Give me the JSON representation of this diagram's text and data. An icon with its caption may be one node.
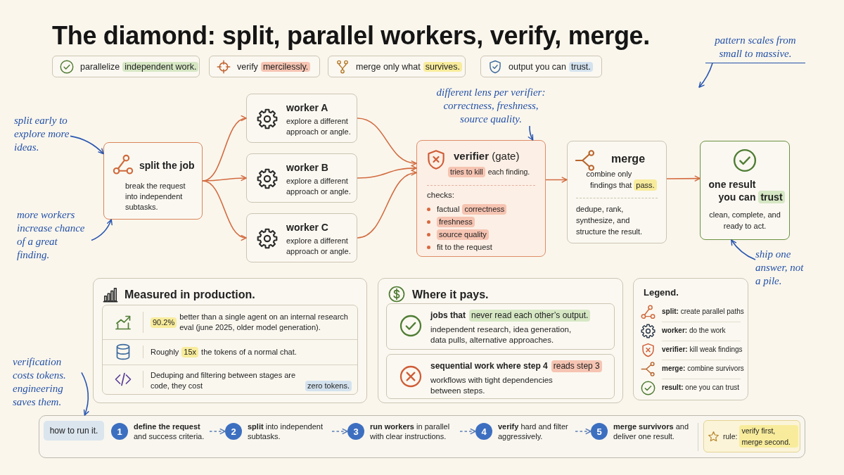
{
  "diagram": {
    "title": "The diamond: split, parallel workers, verify, merge.",
    "nodes": [
      {
        "text": [
          "parallelize",
          "independent work."
        ]
      },
      {
        "text": [
          "verify",
          "mercilessly."
        ]
      },
      {
        "text": [
          "merge only what",
          "survives."
        ]
      },
      {
        "text": [
          "output you can",
          "trust."
        ]
      },
      {
        "text": [
          "pattern scales from small to massive."
        ]
      },
      {
        "text": [
          "different lens per verifier: correctness, freshness, source quality."
        ]
      },
      {
        "text": [
          "split early to explore more ideas."
        ]
      },
      {
        "text": [
          "split the job",
          "break the request into independent subtasks."
        ]
      },
      {
        "text": [
          "worker A",
          "explore a different approach or angle."
        ]
      },
      {
        "text": [
          "worker B",
          "explore a different approach or angle."
        ]
      },
      {
        "text": [
          "worker C",
          "explore a different approach or angle."
        ]
      },
      {
        "text": [
          "**verifier** (gate)",
          "tries to kill",
          "each finding.",
          "checks:",
          "factual",
          "correctness",
          "freshness",
          "source quality",
          "fit to the request"
        ]
      },
      {
        "text": [
          "merge",
          "combine only findings that",
          "pass.",
          "dedupe, rank, synthesize, and structure the result."
        ]
      },
      {
        "text": [
          "one result you can",
          "trust",
          "clean, complete, and ready to act."
        ]
      },
      {
        "text": [
          "more workers increase chance of a great finding."
        ]
      },
      {
        "text": [
          "ship one answer, not a pile."
        ]
      },
      {
        "text": [
          "Measured in production.",
          "90.2%",
          "better than a single agent on an internal research eval (june 2025, older model generation).",
          "Roughly",
          "15x",
          "the tokens of a normal chat.",
          "Deduping and filtering between stages are code, they cost",
          "zero tokens."
        ]
      },
      {
        "text": [
          "Where it pays."
        ]
      },
      {
        "text": [
          "jobs that",
          "never read each other’s output.",
          "independent research, idea generation, data pulls, alternative approaches."
        ],
        "in": 17
      },
      {
        "text": [
          "sequential work where step 4",
          "reads step 3",
          "workflows with tight dependencies between steps."
        ],
        "in": 17
      },
      {
        "text": [
          "verification costs tokens. engineering saves them."
        ]
      },
      {
        "text": [],
        "shape": "box"
      },
      {
        "text": [
          "how to run it."
        ],
        "in": 21
      },
      {
        "text": [
          "1",
          "**define the request** and success criteria."
        ],
        "in": 21
      },
      {
        "text": [
          "2",
          "**split** into independent subtasks."
        ],
        "in": 21
      },
      {
        "text": [
          "3",
          "**run workers** in parallel with clear instructions."
        ],
        "in": 21
      },
      {
        "text": [
          "4",
          "**verify** hard and filter aggressively."
        ],
        "in": 21
      },
      {
        "text": [
          "5",
          "**merge survivors** and deliver one result."
        ],
        "in": 21
      },
      {
        "text": [
          "rule:",
          "verify first, merge second."
        ],
        "in": 21
      }
    ],
    "edges": [
      {
        "from": 7,
        "to": 8,
        "arrow": "to"
      },
      {
        "from": 7,
        "to": 9,
        "arrow": "to"
      },
      {
        "from": 7,
        "to": 10,
        "arrow": "to"
      },
      {
        "from": 8,
        "to": 11,
        "arrow": "to"
      },
      {
        "from": 9,
        "to": 11,
        "arrow": "to"
      },
      {
        "from": 10,
        "to": 11,
        "arrow": "to"
      },
      {
        "from": 11,
        "to": 12,
        "arrow": "to"
      },
      {
        "from": 12,
        "to": 13,
        "arrow": "to"
      },
      {
        "from": 6,
        "to": 7,
        "arrow": "to",
        "color": "#2a56b0"
      },
      {
        "from": 14,
        "to": 7,
        "arrow": "to",
        "color": "#2a56b0"
      },
      {
        "from": 5,
        "to": 11,
        "arrow": "to",
        "color": "#2a56b0"
      },
      {
        "from": 4,
        "to": null,
        "arrow": "to",
        "color": "#2a56b0"
      },
      {
        "from": 15,
        "to": 13,
        "arrow": "to",
        "color": "#2a56b0"
      },
      {
        "from": 20,
        "to": 21,
        "arrow": "to",
        "color": "#2a56b0"
      },
      {
        "from": 23,
        "to": 24,
        "arrow": "to",
        "style": "dashed",
        "color": "#5b7db8"
      },
      {
        "from": 24,
        "to": 25,
        "arrow": "to",
        "style": "dashed",
        "color": "#5b7db8"
      },
      {
        "from": 25,
        "to": 26,
        "arrow": "to",
        "style": "dashed",
        "color": "#5b7db8"
      },
      {
        "from": 26,
        "to": 27,
        "arrow": "to",
        "style": "dashed",
        "color": "#5b7db8"
      }
    ],
    "labels": [
      "Legend."
    ],
    "legend": [
      {
        "text": "**split:** create parallel paths"
      },
      {
        "text": "**worker:** do the work"
      },
      {
        "text": "**verifier:** kill weak findings"
      },
      {
        "text": "**merge:** combine survivors"
      },
      {
        "text": "**result:** one you can trust"
      }
    ]
  }
}
